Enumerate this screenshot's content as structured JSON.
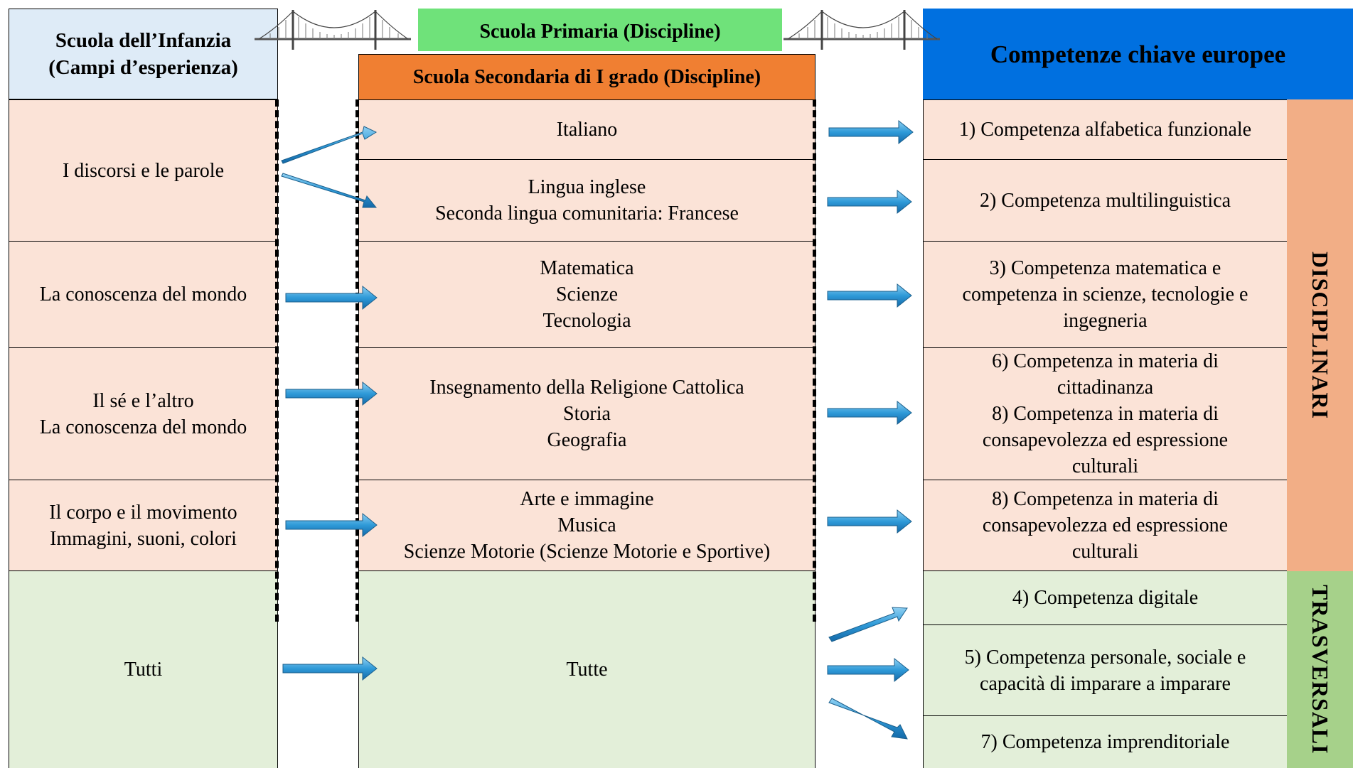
{
  "headers": {
    "infanzia": [
      "Scuola dell’Infanzia",
      "(Campi d’esperienza)"
    ],
    "primaria": "Scuola Primaria (Discipline)",
    "secondaria": "Scuola Secondaria di I grado (Discipline)",
    "competenze": "Competenze chiave europee"
  },
  "infanzia_rows": [
    [
      "I discorsi e le parole"
    ],
    [
      "La conoscenza del mondo"
    ],
    [
      "Il sé e l’altro",
      "La conoscenza del mondo"
    ],
    [
      "Il corpo e il movimento",
      "Immagini, suoni, colori"
    ],
    [
      "Tutti"
    ]
  ],
  "discipline_rows": [
    [
      "Italiano"
    ],
    [
      "Lingua inglese",
      "Seconda lingua comunitaria: Francese"
    ],
    [
      "Matematica",
      "Scienze",
      "Tecnologia"
    ],
    [
      "Insegnamento della Religione Cattolica",
      "Storia",
      "Geografia"
    ],
    [
      "Arte e immagine",
      "Musica",
      "Scienze Motorie (Scienze Motorie e Sportive)"
    ],
    [
      "Tutte"
    ]
  ],
  "competenze_rows": [
    [
      "1) Competenza alfabetica funzionale"
    ],
    [
      "2) Competenza multilinguistica"
    ],
    [
      "3) Competenza matematica e",
      "competenza in scienze, tecnologie e",
      "ingegneria"
    ],
    [
      "6) Competenza in materia di",
      "cittadinanza",
      "8) Competenza in materia di",
      "consapevolezza ed espressione",
      "culturali"
    ],
    [
      "8) Competenza in materia di",
      "consapevolezza ed espressione",
      "culturali"
    ],
    [
      "4) Competenza digitale"
    ],
    [
      "5) Competenza personale, sociale e",
      "capacità di imparare a imparare"
    ],
    [
      "7) Competenza imprenditoriale"
    ]
  ],
  "side_labels": {
    "disciplinari": "DISCIPLINARI",
    "trasversali": "TRASVERSALI"
  },
  "colors": {
    "infanzia_header": "#deebf7",
    "primaria_header": "#6fe27a",
    "secondaria_header": "#f07f32",
    "competenze_header": "#0070e0",
    "pink_cell": "#fbe3d7",
    "green_cell": "#e3efd9",
    "disciplinari_band": "#f2ae86",
    "trasversali_band": "#a6d18a",
    "arrow": "#2f9ad8"
  }
}
